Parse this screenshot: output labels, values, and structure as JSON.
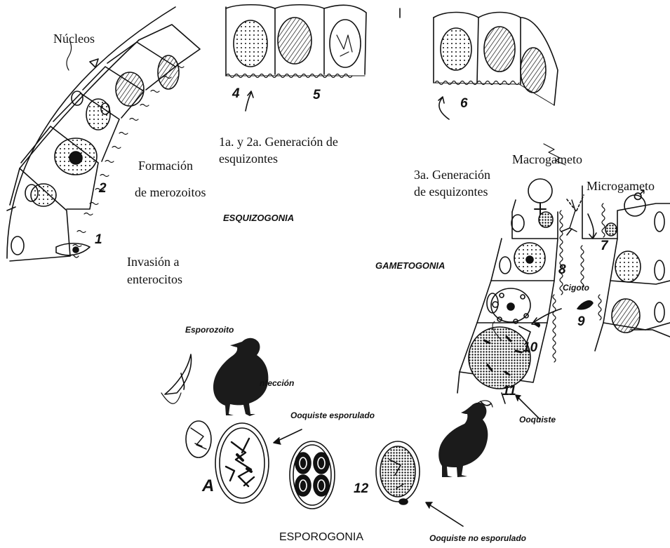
{
  "colors": {
    "ink": "#111111",
    "bird": "#1b1b1b",
    "background": "#ffffff"
  },
  "icons": [
    "female-symbol-icon",
    "male-symbol-icon",
    "chick-silhouette-icon"
  ],
  "labels": {
    "nucleos": "Núcleos",
    "formacion": "Formación",
    "merozoitos": "de merozoitos",
    "esquizogonia": "ESQUIZOGONIA",
    "invasion_1": "Invasión a",
    "invasion_2": "enterocitos",
    "gen12_1": "1a. y 2a. Generación de",
    "gen12_2": "esquizontes",
    "gen3_1": "3a. Generación",
    "gen3_2": "de esquizontes",
    "macrogameto": "Macrogameto",
    "microgameto": "Microgameto",
    "gametogonia": "GAMETOGONIA",
    "cigoto": "Cigoto",
    "ooquiste": "Ooquiste",
    "esporozoito": "Esporozoito",
    "infeccion": "nfección",
    "ooquiste_esporulado": "Ooquiste esporulado",
    "ooquiste_no_esporulado": "Ooquiste no esporulado",
    "esporogonia": "ESPOROGONIA"
  },
  "symbols": {
    "female": "♀",
    "male": "♂"
  },
  "step_numbers": {
    "n1": "1",
    "n2": "2",
    "n4": "4",
    "n5": "5",
    "n6": "6",
    "n7": "7",
    "n8": "8",
    "n9": "9",
    "n10": "10",
    "n11": "11",
    "n12": "12",
    "nA": "A"
  }
}
